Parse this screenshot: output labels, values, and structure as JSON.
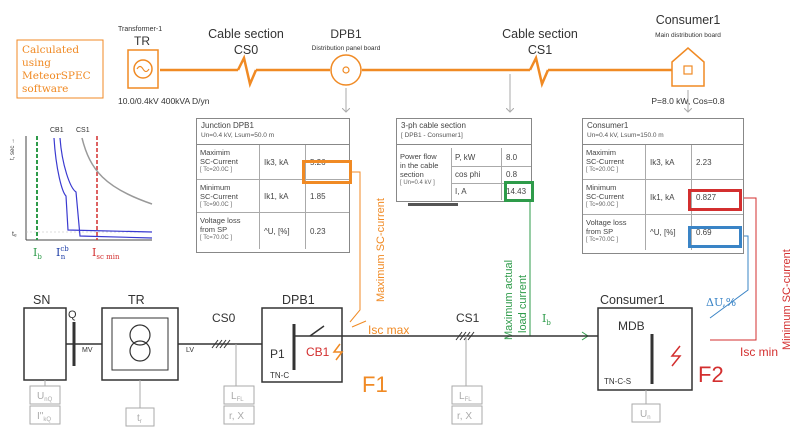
{
  "calc_note": [
    "Calculated",
    "using",
    "MeteorSPEC",
    "software"
  ],
  "top": {
    "transformer_label": "Transformer-1",
    "transformer_code": "TR",
    "transformer_rating": "10.0/0.4kV 400kVA D/yn",
    "cs0_line1": "Cable section",
    "cs0_line2": "CS0",
    "dpb_title": "DPB1",
    "dpb_sub": "Distribution panel board",
    "cs1_line1": "Cable section",
    "cs1_line2": "CS1",
    "consumer_title": "Consumer1",
    "consumer_sub": "Main distribution board",
    "consumer_power": "P=8.0 kW, Cos=0.8"
  },
  "curves": {
    "cb1": "CB1",
    "cs1": "CS1",
    "yaxis": "t, sec →",
    "tc": "tₑ",
    "lb_main": "I",
    "lb_sub": "b",
    "lcb_main": "I",
    "lcb_sup": "cb",
    "lcb_sub": "n",
    "lsc_main": "I",
    "lsc_sub": "sc min"
  },
  "junction_table": {
    "title": "Junction DPB1",
    "subtitle": "Un=0.4 kV, Lsum=50.0 m",
    "rows": [
      {
        "label": [
          "Maximim",
          "SC-Current"
        ],
        "cond": "[ Tc=20.0C ]",
        "param": "Ik3, kA",
        "value": "5.26"
      },
      {
        "label": [
          "Minimum",
          "SC-Current"
        ],
        "cond": "[ Tc=90.0C ]",
        "param": "Ik1, kA",
        "value": "1.85"
      },
      {
        "label": [
          "Voltage loss",
          "from SP"
        ],
        "cond": "[ Tc=70.0C ]",
        "param": "^U, [%]",
        "value": "0.23"
      }
    ]
  },
  "cable_table": {
    "title": "3-ph cable section",
    "subtitle": "[ DPB1 - Consumer1]",
    "flow_label": [
      "Power flow",
      "in the cable",
      "section"
    ],
    "flow_cond": "[ Un=0.4 kV ]",
    "rows": [
      {
        "param": "P, kW",
        "value": "8.0"
      },
      {
        "param": "cos phi",
        "value": "0.8"
      },
      {
        "param": "I, A",
        "value": "14.43"
      }
    ]
  },
  "consumer_table": {
    "title": "Consumer1",
    "subtitle": "Un=0.4 kV, Lsum=150.0 m",
    "rows": [
      {
        "label": [
          "Maximim",
          "SC-Current"
        ],
        "cond": "[ Tc=20.0C ]",
        "param": "Ik3, kA",
        "value": "2.23"
      },
      {
        "label": [
          "Minimum",
          "SC-Current"
        ],
        "cond": "[ Tc=90.0C ]",
        "param": "Ik1, kA",
        "value": "0.827"
      },
      {
        "label": [
          "Voltage loss",
          "from SP"
        ],
        "cond": "[ Tc=70.0C ]",
        "param": "^U, [%]",
        "value": "0.69"
      }
    ]
  },
  "annotations": {
    "max_sc": "Maximum SC-current",
    "max_load_1": "Maximum actual",
    "max_load_2": "load current",
    "min_sc": "Minimum SC-current",
    "isc_max": "Isc max",
    "isc_min": "Isc min",
    "ib_main": "I",
    "ib_sub": "b",
    "du": "ΔU,%"
  },
  "schematic": {
    "sn": "SN",
    "q": "Q",
    "mv": "MV",
    "tr": "TR",
    "lv": "LV",
    "cs0": "CS0",
    "dpb1": "DPB1",
    "p1": "P1",
    "cb1": "CB1",
    "tnc": "TN-C",
    "f1": "F1",
    "cs1": "CS1",
    "consumer1": "Consumer1",
    "mdb": "MDB",
    "tncs": "TN-C-S",
    "f2": "F2",
    "unq_main": "U",
    "unq_sub": "nQ",
    "ikq_main": "I\"",
    "ikq_sub": "kQ",
    "tr_main": "t",
    "tr_sub": "r",
    "lfl_main": "L",
    "lfl_sub": "FL",
    "rx": "r, X",
    "lfl2_main": "L",
    "lfl2_sub": "FL",
    "rx2": "r, X",
    "un_main": "U",
    "un_sub": "n"
  },
  "colors": {
    "orange": "#f08a24",
    "green": "#2e9b4a",
    "red": "#d32f2f",
    "blue": "#3a84c6",
    "navy": "#1f3fa8"
  }
}
